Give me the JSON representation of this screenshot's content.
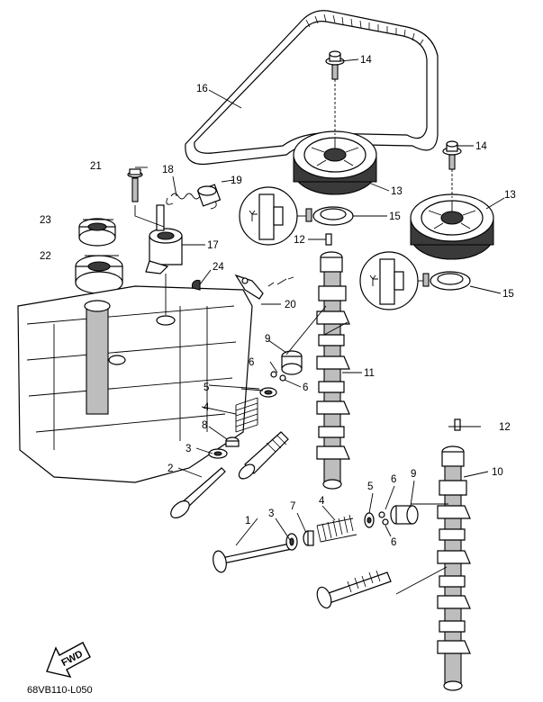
{
  "reference_code": "68VB110-L050",
  "fwd_label": "FWD",
  "callouts": {
    "c1": "1",
    "c2": "2",
    "c3a": "3",
    "c3b": "3",
    "c4a": "4",
    "c4b": "4",
    "c5a": "5",
    "c5b": "5",
    "c6a": "6",
    "c6b": "6",
    "c6c": "6",
    "c6d": "6",
    "c7": "7",
    "c8": "8",
    "c9a": "9",
    "c9b": "9",
    "c10": "10",
    "c11": "11",
    "c12a": "12",
    "c12b": "12",
    "c13a": "13",
    "c13b": "13",
    "c14a": "14",
    "c14b": "14",
    "c15a": "15",
    "c15b": "15",
    "c16": "16",
    "c17": "17",
    "c18": "18",
    "c19": "19",
    "c20": "20",
    "c21": "21",
    "c22": "22",
    "c23": "23",
    "c24": "24"
  },
  "icons": {
    "detail_inset": "seal-install-direction-icon",
    "fwd": "forward-arrow-icon"
  }
}
